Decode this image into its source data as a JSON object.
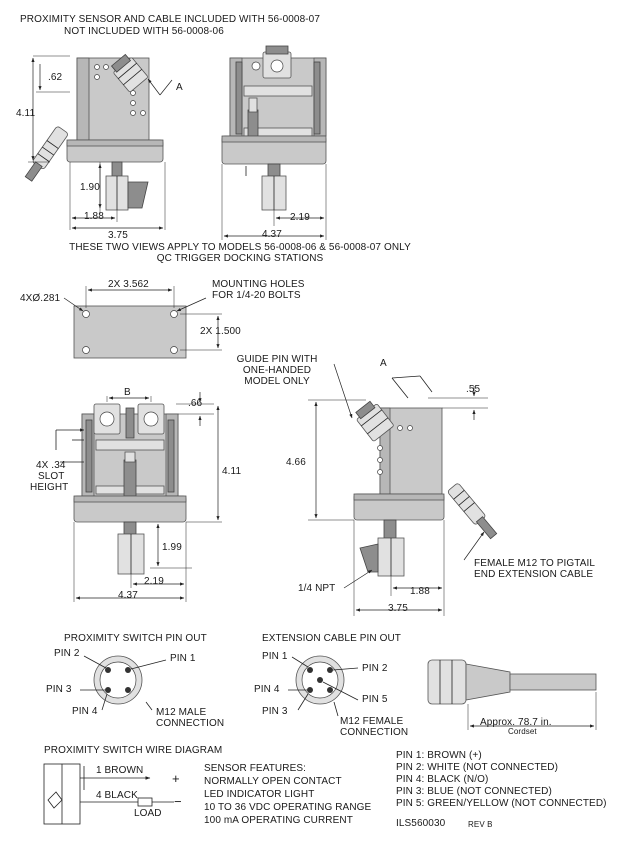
{
  "top": {
    "note_line1": "PROXIMITY SENSOR AND CABLE INCLUDED WITH 56-0008-07",
    "note_line2": "NOT INCLUDED WITH 56-0008-06",
    "dim_062": ".62",
    "dim_411": "4.11",
    "label_a": "A",
    "dim_190": "1.90",
    "dim_188": "1.88",
    "dim_375": "3.75",
    "dim_437": "4.37",
    "dim_219": "2.19",
    "caption_line1": "THESE TWO VIEWS APPLY TO MODELS 56-0008-06 & 56-0008-07 ONLY",
    "caption_line2": "QC TRIGGER DOCKING STATIONS"
  },
  "holes": {
    "dim_2x3562": "2X 3.562",
    "dim_4x281": "4XØ.281",
    "mount_line1": "MOUNTING HOLES",
    "mount_line2": "FOR 1/4-20 BOLTS",
    "dim_2x1500": "2X 1.500"
  },
  "mid_left": {
    "label_b": "B",
    "dim_066": ".66",
    "slot_line1": "4X .34",
    "slot_line2": "SLOT",
    "slot_line3": "HEIGHT",
    "dim_411": "4.11",
    "dim_199": "1.99",
    "dim_219": "2.19",
    "dim_437": "4.37"
  },
  "mid_right": {
    "guide_line1": "GUIDE PIN WITH",
    "guide_line2": "ONE-HANDED",
    "guide_line3": "MODEL ONLY",
    "label_a": "A",
    "dim_055": ".55",
    "dim_466": "4.66",
    "female_line1": "FEMALE M12 TO PIGTAIL",
    "female_line2": "END EXTENSION CABLE",
    "npt": "1/4 NPT",
    "dim_188": "1.88",
    "dim_375": "3.75"
  },
  "prox_pinout": {
    "title": "PROXIMITY SWITCH PIN OUT",
    "pin1": "PIN 1",
    "pin2": "PIN 2",
    "pin3": "PIN 3",
    "pin4": "PIN 4",
    "conn_line1": "M12 MALE",
    "conn_line2": "CONNECTION"
  },
  "ext_pinout": {
    "title": "EXTENSION CABLE PIN OUT",
    "pin1": "PIN 1",
    "pin2": "PIN 2",
    "pin3": "PIN 3",
    "pin4": "PIN 4",
    "pin5": "PIN 5",
    "conn_line1": "M12 FEMALE",
    "conn_line2": "CONNECTION"
  },
  "cordset": {
    "length": "Approx. 78.7 in.",
    "label": "Cordset"
  },
  "wire": {
    "title": "PROXIMITY SWITCH WIRE DIAGRAM",
    "brown": "1 BROWN",
    "black": "4 BLACK",
    "plus": "+",
    "minus": "−",
    "load": "LOAD"
  },
  "features": {
    "title": "SENSOR FEATURES:",
    "items": [
      "NORMALLY OPEN CONTACT",
      "LED INDICATOR LIGHT",
      "10 TO 36 VDC OPERATING RANGE",
      "100 mA OPERATING CURRENT"
    ]
  },
  "pins": {
    "items": [
      "PIN 1: BROWN (+)",
      "PIN 2: WHITE (NOT CONNECTED)",
      "PIN 4: BLACK (N/O)",
      "PIN 3: BLUE  (NOT CONNECTED)",
      "PIN 5: GREEN/YELLOW (NOT CONNECTED)"
    ]
  },
  "drawing_id": "ILS560030",
  "revision": "REV B"
}
